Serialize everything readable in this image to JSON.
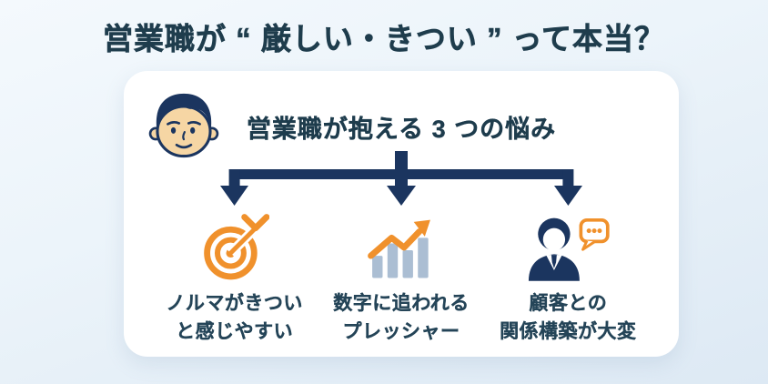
{
  "title": "営業職が “ 厳しい・きつい ” って本当？",
  "card": {
    "heading": "営業職が抱える 3 つの悩み",
    "worries": [
      {
        "icon": "target-dart-icon",
        "line1": "ノルマがきつい",
        "line2": "と感じやすい"
      },
      {
        "icon": "rising-bar-chart-icon",
        "line1": "数字に追われる",
        "line2": "プレッシャー"
      },
      {
        "icon": "customer-speech-bubble-icon",
        "line1": "顧客との",
        "line2": "関係構築が大変"
      }
    ]
  },
  "icons": {
    "avatar": "man-face-icon",
    "connector": "branch-arrows"
  },
  "colors": {
    "background_top": "#f4f9fd",
    "background_bottom": "#dde9f4",
    "card": "#ffffff",
    "title_text": "#1f3d4d",
    "label_text": "#254558",
    "navy": "#1b355f",
    "orange": "#f0912c",
    "bar_blue": "#abbed3",
    "skin": "#f6d6a4"
  }
}
